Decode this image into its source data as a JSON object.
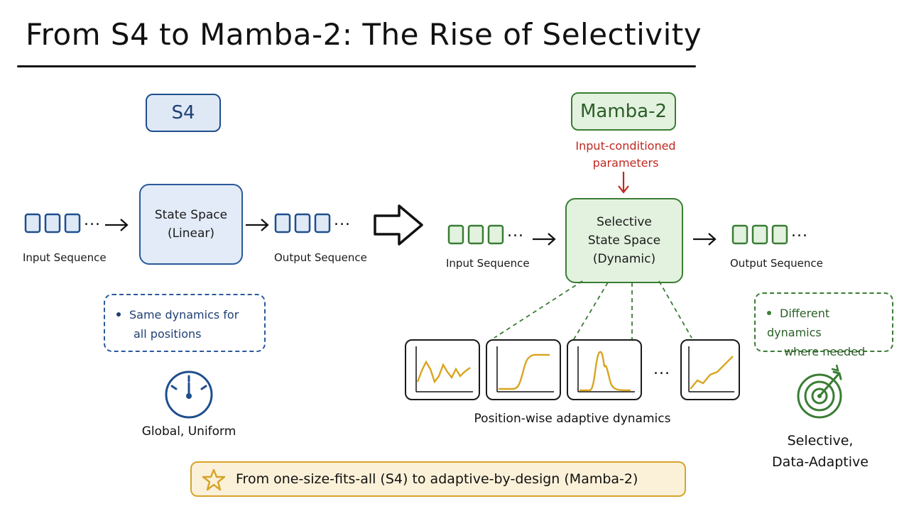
{
  "title": "From S4 to Mamba-2: The Rise of Selectivity",
  "s4": {
    "badge": "S4",
    "input_label": "Input Sequence",
    "box_line1": "State Space",
    "box_line2": "(Linear)",
    "output_label": "Output Sequence",
    "note_line1": "Same dynamics for",
    "note_line2": "all positions",
    "gauge_icon": "gauge-icon",
    "caption": "Global, Uniform"
  },
  "mamba": {
    "badge": "Mamba-2",
    "param_line1": "Input-conditioned",
    "param_line2": "parameters",
    "box_line1": "Selective",
    "box_line2": "State Space",
    "box_line3": "(Dynamic)",
    "input_label": "Input Sequence",
    "output_label": "Output Sequence",
    "note_line1": "Different dynamics",
    "note_line2": "where needed",
    "plots_caption": "Position-wise adaptive dynamics",
    "target_icon": "target-icon",
    "caption_line1": "Selective,",
    "caption_line2": "Data-Adaptive"
  },
  "ellipsis": "...",
  "banner": {
    "icon": "star-icon",
    "text": "From one-size-fits-all (S4) to adaptive-by-design (Mamba-2)"
  },
  "colors": {
    "blue": "#1f4e8c",
    "green": "#3a7d34",
    "red": "#c0281f",
    "gold": "#d7a42a",
    "curve": "#d9a520"
  }
}
